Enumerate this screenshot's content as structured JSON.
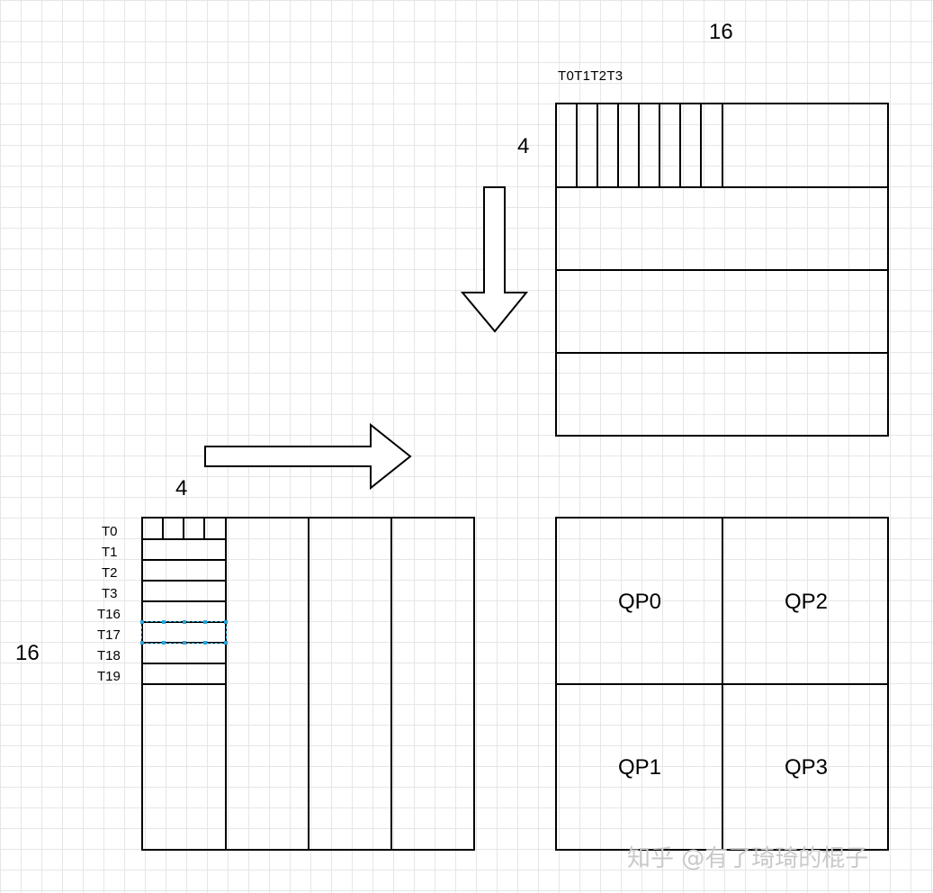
{
  "top_matrix": {
    "width_label": "16",
    "height_label": "4",
    "thread_header": "T0T1T2T3"
  },
  "left_matrix": {
    "width_label": "4",
    "height_label": "16",
    "thread_labels": [
      "T0",
      "T1",
      "T2",
      "T3",
      "T16",
      "T17",
      "T18",
      "T19"
    ]
  },
  "quadrants": {
    "top_left": "QP0",
    "top_right": "QP2",
    "bottom_left": "QP1",
    "bottom_right": "QP3"
  },
  "watermark": "知乎 @有了琦琦的棍子",
  "colors": {
    "grid": "#e6e6e6",
    "line": "#000000",
    "selection": "#29a3d6",
    "watermark": "#c9c9c9"
  }
}
